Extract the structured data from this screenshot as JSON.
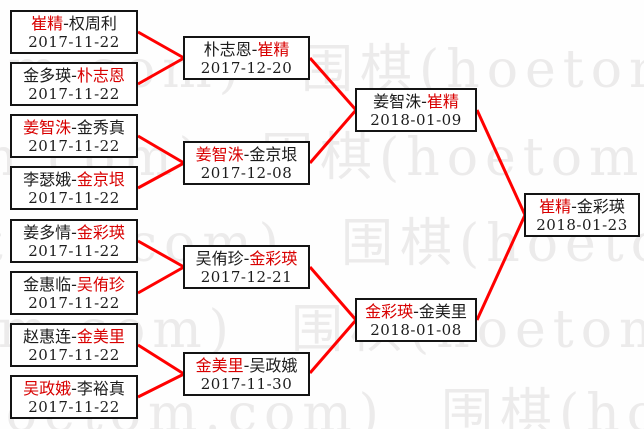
{
  "watermark": "围棋(hoetom.com)",
  "separator": "-",
  "colors": {
    "winner_red": "#d80000",
    "line_red": "#ff0000",
    "box_border": "#141414",
    "watermark_gray": "#ecebeb",
    "background": "#fefefe"
  },
  "bracket": {
    "round1": [
      {
        "name_left": "崔精",
        "name_right": "权周利",
        "winner_side": "left",
        "date": "2017-11-22"
      },
      {
        "name_left": "金多瑛",
        "name_right": "朴志恩",
        "winner_side": "right",
        "date": "2017-11-22"
      },
      {
        "name_left": "姜智洙",
        "name_right": "金秀真",
        "winner_side": "left",
        "date": "2017-11-22"
      },
      {
        "name_left": "李瑟娥",
        "name_right": "金京垠",
        "winner_side": "right",
        "date": "2017-11-22"
      },
      {
        "name_left": "姜多情",
        "name_right": "金彩瑛",
        "winner_side": "right",
        "date": "2017-11-22"
      },
      {
        "name_left": "金惠临",
        "name_right": "吴侑珍",
        "winner_side": "right",
        "date": "2017-11-22"
      },
      {
        "name_left": "赵惠连",
        "name_right": "金美里",
        "winner_side": "right",
        "date": "2017-11-22"
      },
      {
        "name_left": "吴政娥",
        "name_right": "李裕真",
        "winner_side": "left",
        "date": "2017-11-22"
      }
    ],
    "round2": [
      {
        "name_left": "朴志恩",
        "name_right": "崔精",
        "winner_side": "right",
        "date": "2017-12-20"
      },
      {
        "name_left": "姜智洙",
        "name_right": "金京垠",
        "winner_side": "left",
        "date": "2017-12-08"
      },
      {
        "name_left": "吴侑珍",
        "name_right": "金彩瑛",
        "winner_side": "right",
        "date": "2017-12-21"
      },
      {
        "name_left": "金美里",
        "name_right": "吴政娥",
        "winner_side": "left",
        "date": "2017-11-30"
      }
    ],
    "semifinals": [
      {
        "name_left": "姜智洙",
        "name_right": "崔精",
        "winner_side": "right",
        "date": "2018-01-09"
      },
      {
        "name_left": "金彩瑛",
        "name_right": "金美里",
        "winner_side": "left",
        "date": "2018-01-08"
      }
    ],
    "final": [
      {
        "name_left": "崔精",
        "name_right": "金彩瑛",
        "winner_side": "left",
        "date": "2018-01-23"
      }
    ]
  }
}
